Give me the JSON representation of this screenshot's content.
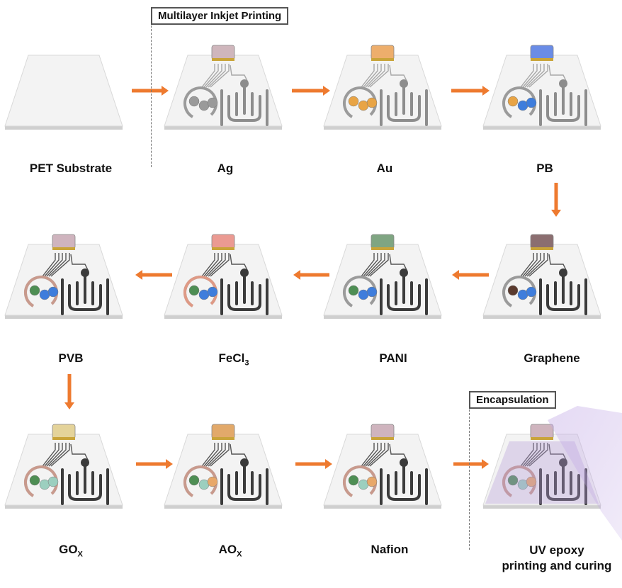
{
  "stage_boxes": {
    "printing": "Multilayer Inkjet Printing",
    "encapsulation": "Encapsulation"
  },
  "steps": [
    {
      "label": "PET Substrate"
    },
    {
      "label": "Ag"
    },
    {
      "label": "Au"
    },
    {
      "label": "PB"
    },
    {
      "label": "Graphene"
    },
    {
      "label": "PANI"
    },
    {
      "label": "FeCl",
      "sub": "3"
    },
    {
      "label": "PVB"
    },
    {
      "label": "GO",
      "sub": "X"
    },
    {
      "label": "AO",
      "sub": "X"
    },
    {
      "label": "Nafion"
    },
    {
      "label": "UV epoxy",
      "line2": "printing and curing"
    }
  ],
  "colors": {
    "arrow": "#EE7A2F",
    "ag": "#9a9a9a",
    "au": "#E8A445",
    "pb": "#3E7DDC",
    "graphene": "#5A3A2E",
    "pani": "#4E8E54",
    "fecl3": "#E69A84",
    "gox": "#9CCFBF",
    "aox": "#E8A86A",
    "uv": "#A98BD4"
  }
}
